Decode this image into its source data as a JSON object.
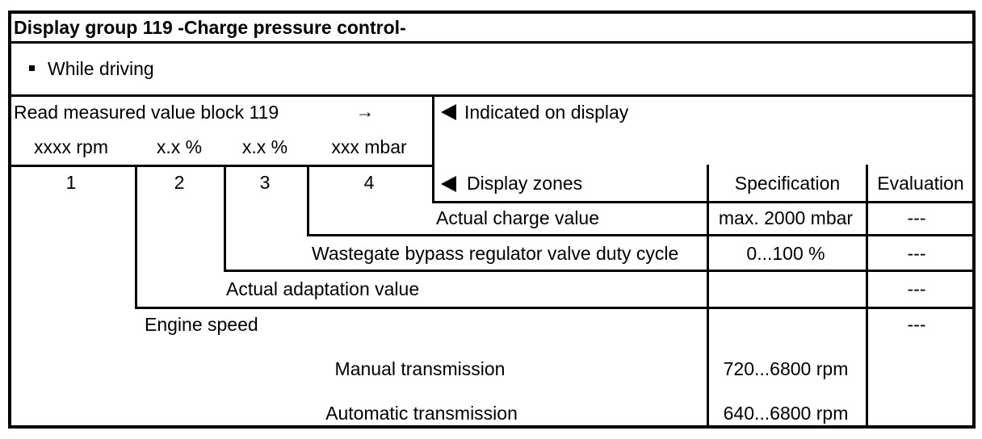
{
  "document": {
    "title": "Display group 119 -Charge pressure control-",
    "condition": "While driving",
    "read_block": {
      "label": "Read measured value block 119",
      "arrow": "→",
      "units": [
        "xxxx rpm",
        "x.x %",
        "x.x %",
        "xxx mbar"
      ],
      "zones": [
        "1",
        "2",
        "3",
        "4"
      ]
    },
    "callouts": {
      "indicated": "Indicated on display",
      "zones": "Display zones"
    },
    "columns": {
      "specification": "Specification",
      "evaluation": "Evaluation"
    },
    "rows": [
      {
        "label": "Actual charge value",
        "specification": "max. 2000 mbar",
        "evaluation": "---"
      },
      {
        "label": "Wastegate bypass regulator valve duty cycle",
        "specification": "0...100 %",
        "evaluation": "---"
      },
      {
        "label": "Actual adaptation value",
        "specification": "",
        "evaluation": "---"
      },
      {
        "label": "Engine speed",
        "specification": "",
        "evaluation": "---"
      },
      {
        "label": "Manual transmission",
        "specification": "720...6800 rpm",
        "evaluation": ""
      },
      {
        "label": "Automatic transmission",
        "specification": "640...6800 rpm",
        "evaluation": ""
      }
    ]
  }
}
